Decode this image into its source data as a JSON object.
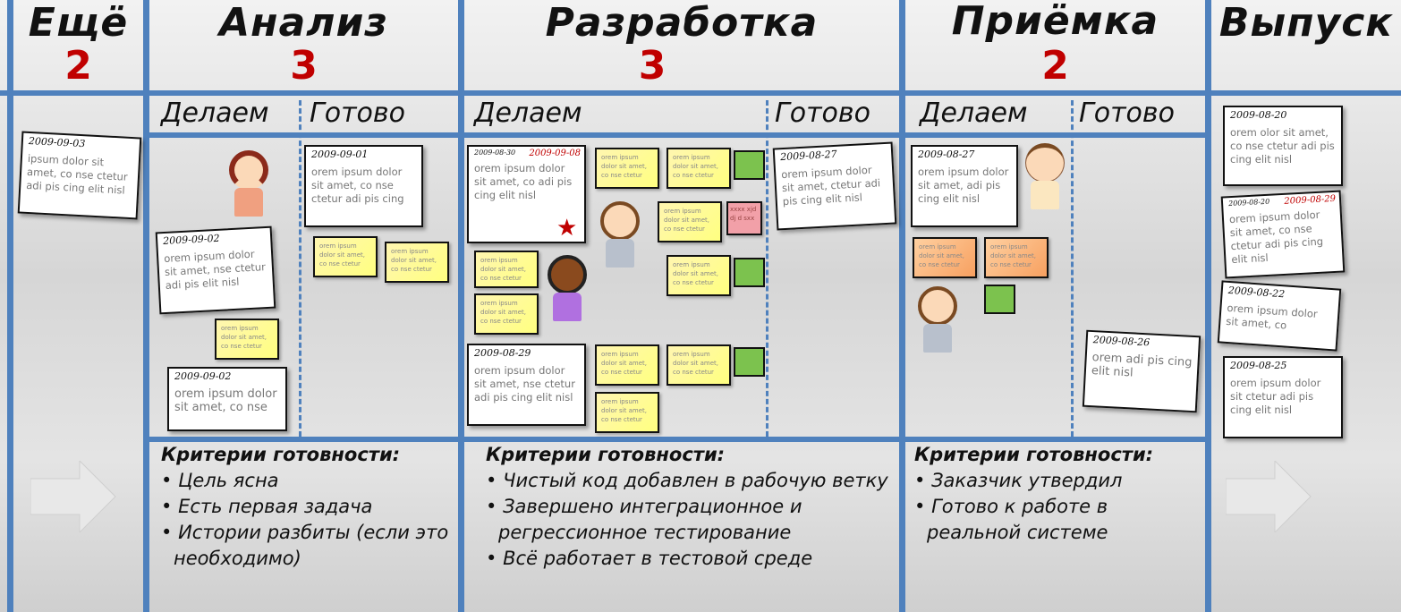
{
  "columns": [
    {
      "title": "Ещё",
      "limit": "2"
    },
    {
      "title": "Анализ",
      "limit": "3"
    },
    {
      "title": "Разработка",
      "limit": "3"
    },
    {
      "title": "Приёмка",
      "limit": "2"
    },
    {
      "title": "Выпуск"
    }
  ],
  "subcolumns": {
    "doing": "Делаем",
    "done": "Готово"
  },
  "cards": {
    "backlog1": {
      "date": "2009-09-03",
      "text": "ipsum dolor sit amet, co nse ctetur adi pis cing elit nisl"
    },
    "analysis1": {
      "date": "2009-09-02",
      "text": "orem ipsum dolor sit amet, nse ctetur adi pis elit nisl"
    },
    "analysis2": {
      "date": "2009-09-02",
      "text": "orem ipsum dolor sit amet, co nse"
    },
    "analysis_done1": {
      "date": "2009-09-01",
      "text": "orem ipsum dolor sit amet, co nse ctetur adi pis cing"
    },
    "dev1": {
      "date": "2009-08-30",
      "due": "2009-09-08",
      "text": "orem ipsum dolor sit amet, co adi pis cing elit nisl"
    },
    "dev2": {
      "date": "2009-08-29",
      "text": "orem ipsum dolor sit amet, nse ctetur adi pis cing elit nisl"
    },
    "dev_done1": {
      "date": "2009-08-27",
      "text": "orem ipsum dolor sit amet, ctetur adi pis cing elit nisl"
    },
    "acc1": {
      "date": "2009-08-27",
      "text": "orem ipsum dolor sit amet, adi pis cing elit nisl"
    },
    "acc_done1": {
      "date": "2009-08-26",
      "text": "orem adi pis cing elit nisl"
    },
    "rel1": {
      "date": "2009-08-20",
      "text": "orem olor sit amet, co nse ctetur adi pis cing elit nisl"
    },
    "rel2": {
      "date": "2009-08-20",
      "due": "2009-08-29",
      "text": "orem ipsum dolor sit amet, co nse ctetur adi pis cing elit nisl"
    },
    "rel3": {
      "date": "2009-08-22",
      "text": "orem ipsum dolor sit amet, co"
    },
    "rel4": {
      "date": "2009-08-25",
      "text": "orem ipsum dolor sit ctetur adi pis cing elit nisl"
    }
  },
  "sticky_text": "orem ipsum dolor sit amet, co nse ctetur",
  "sticky_blocker_text": "xxxx xjd dj d sxx",
  "criteria": {
    "analysis": {
      "title": "Критерии готовности:",
      "items": [
        "Цель ясна",
        "Есть первая задача",
        "Истории разбиты (если это необходимо)"
      ]
    },
    "development": {
      "title": "Критерии готовности:",
      "items": [
        "Чистый код добавлен в рабочую ветку",
        "Завершено интеграционное и регрессионное тестирование",
        "Всё работает в тестовой среде"
      ]
    },
    "acceptance": {
      "title": "Критерии готовности:",
      "items": [
        "Заказчик утвердил",
        "Готово к работе в реальной системе"
      ]
    }
  },
  "colors": {
    "lines": "#4f81bd",
    "limit": "#c00000",
    "sticky": "#ffff99",
    "done_marker": "#7cc24e",
    "blocker": "#f2a0a8"
  }
}
